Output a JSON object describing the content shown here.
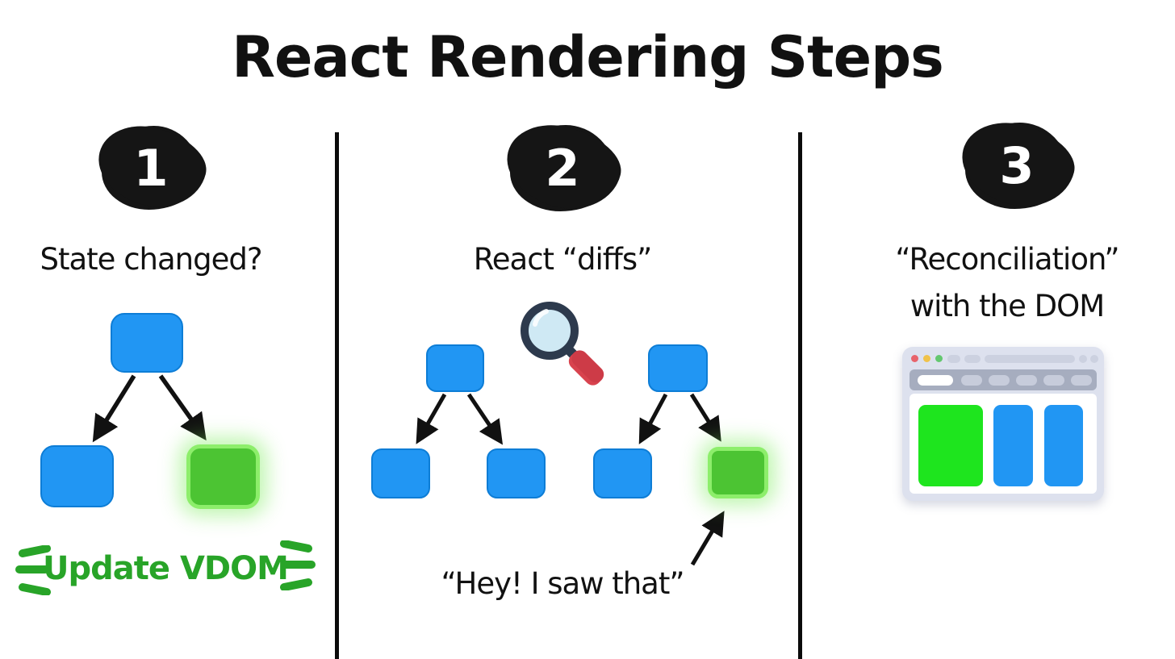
{
  "title": "React Rendering Steps",
  "steps": [
    {
      "number": "1",
      "label": "State changed?",
      "caption": "Update VDOM",
      "tree": {
        "root": "blue",
        "children": [
          "blue",
          "green-highlighted"
        ]
      }
    },
    {
      "number": "2",
      "label": "React “diffs”",
      "caption": "“Hey! I saw that”",
      "trees": [
        {
          "root": "blue",
          "children": [
            "blue",
            "blue"
          ]
        },
        {
          "root": "blue",
          "children": [
            "blue",
            "green-highlighted"
          ]
        }
      ]
    },
    {
      "number": "3",
      "label_line1": "“Reconciliation”",
      "label_line2": "with the DOM",
      "illustration": "browser-window with one green block and two blue blocks"
    }
  ],
  "icons": {
    "magnifier": "magnifying-glass-icon",
    "browser": "browser-window-icon",
    "emphasis_marks": "green-dash-emphasis-marks"
  },
  "colors": {
    "background": "#ffffff",
    "text": "#111111",
    "divider": "#0b0b0b",
    "badge_fill": "#151515",
    "badge_number": "#ffffff",
    "node_blue": "#2196f3",
    "node_green": "#4cc433",
    "node_green_border": "#8dee6b",
    "green_caption_text": "#28a428",
    "magnifier_rim": "#2d3a4d",
    "magnifier_lens": "#cfe9f4",
    "magnifier_handle": "#d8434e",
    "browser_frame": "#dde1ee",
    "browser_toolbar": "#a6adbf",
    "browser_pill": "#c7ccdb",
    "browser_dot_red": "#e8636b",
    "browser_dot_yellow": "#f0c24a",
    "browser_dot_green": "#63c76f",
    "browser_bar_green": "#1ee51e",
    "browser_bar_blue": "#2196f3"
  }
}
